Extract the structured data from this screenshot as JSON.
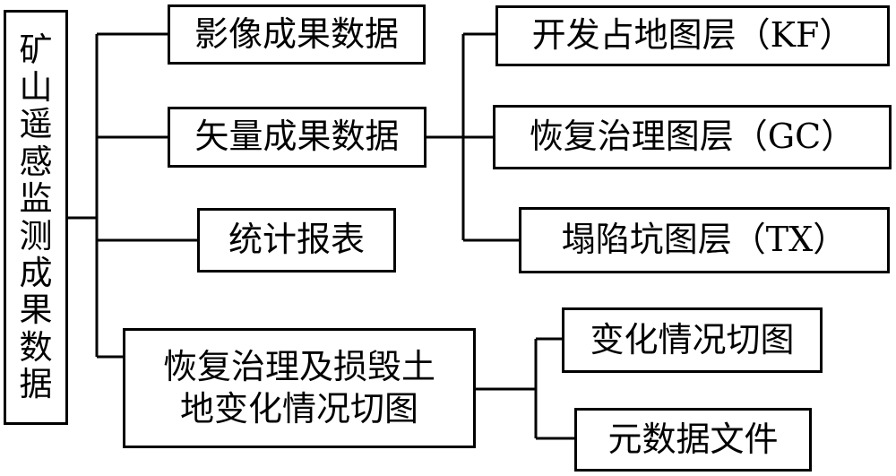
{
  "root": {
    "label": "矿山遥感监测成果数据"
  },
  "level1": {
    "imagery": "影像成果数据",
    "vector": "矢量成果数据",
    "report": "统计报表",
    "maps": {
      "line1": "恢复治理及损毁土",
      "line2": "地变化情况切图"
    }
  },
  "vector_children": {
    "kf": "开发占地图层（KF）",
    "gc": "恢复治理图层（GC）",
    "tx": "塌陷坑图层（TX）"
  },
  "maps_children": {
    "change": "变化情况切图",
    "meta": "元数据文件"
  }
}
